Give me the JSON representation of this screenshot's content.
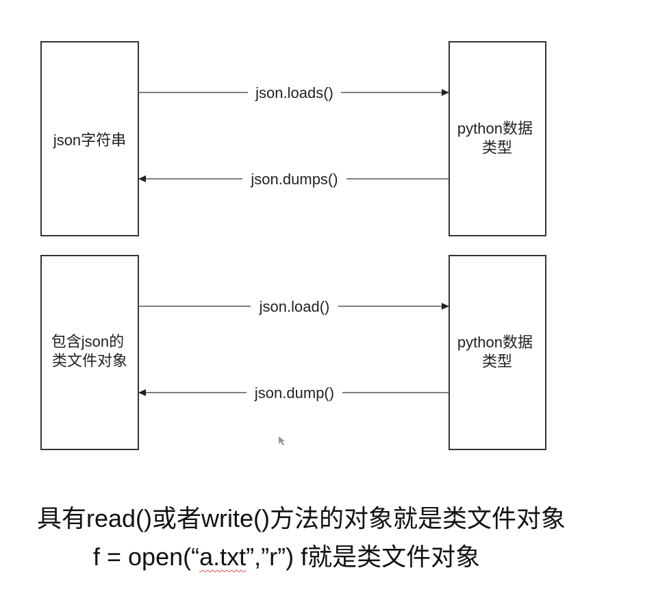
{
  "diagram": {
    "top": {
      "left_box": [
        "json字符串"
      ],
      "right_box": [
        "python数据",
        "类型"
      ],
      "forward_label": "json.loads()",
      "backward_label": "json.dumps()"
    },
    "bottom": {
      "left_box": [
        "包含json的",
        "类文件对象"
      ],
      "right_box": [
        "python数据",
        "类型"
      ],
      "forward_label": "json.load()",
      "backward_label": "json.dump()"
    }
  },
  "caption": {
    "line1": "具有read()或者write()方法的对象就是类文件对象",
    "line2_prefix": "f = open(“",
    "line2_marked": "a.txt",
    "line2_suffix": "”,”r”) f就是类文件对象"
  },
  "colors": {
    "stroke": "#333333",
    "text": "#222222",
    "spellcheck": "#e05050"
  }
}
